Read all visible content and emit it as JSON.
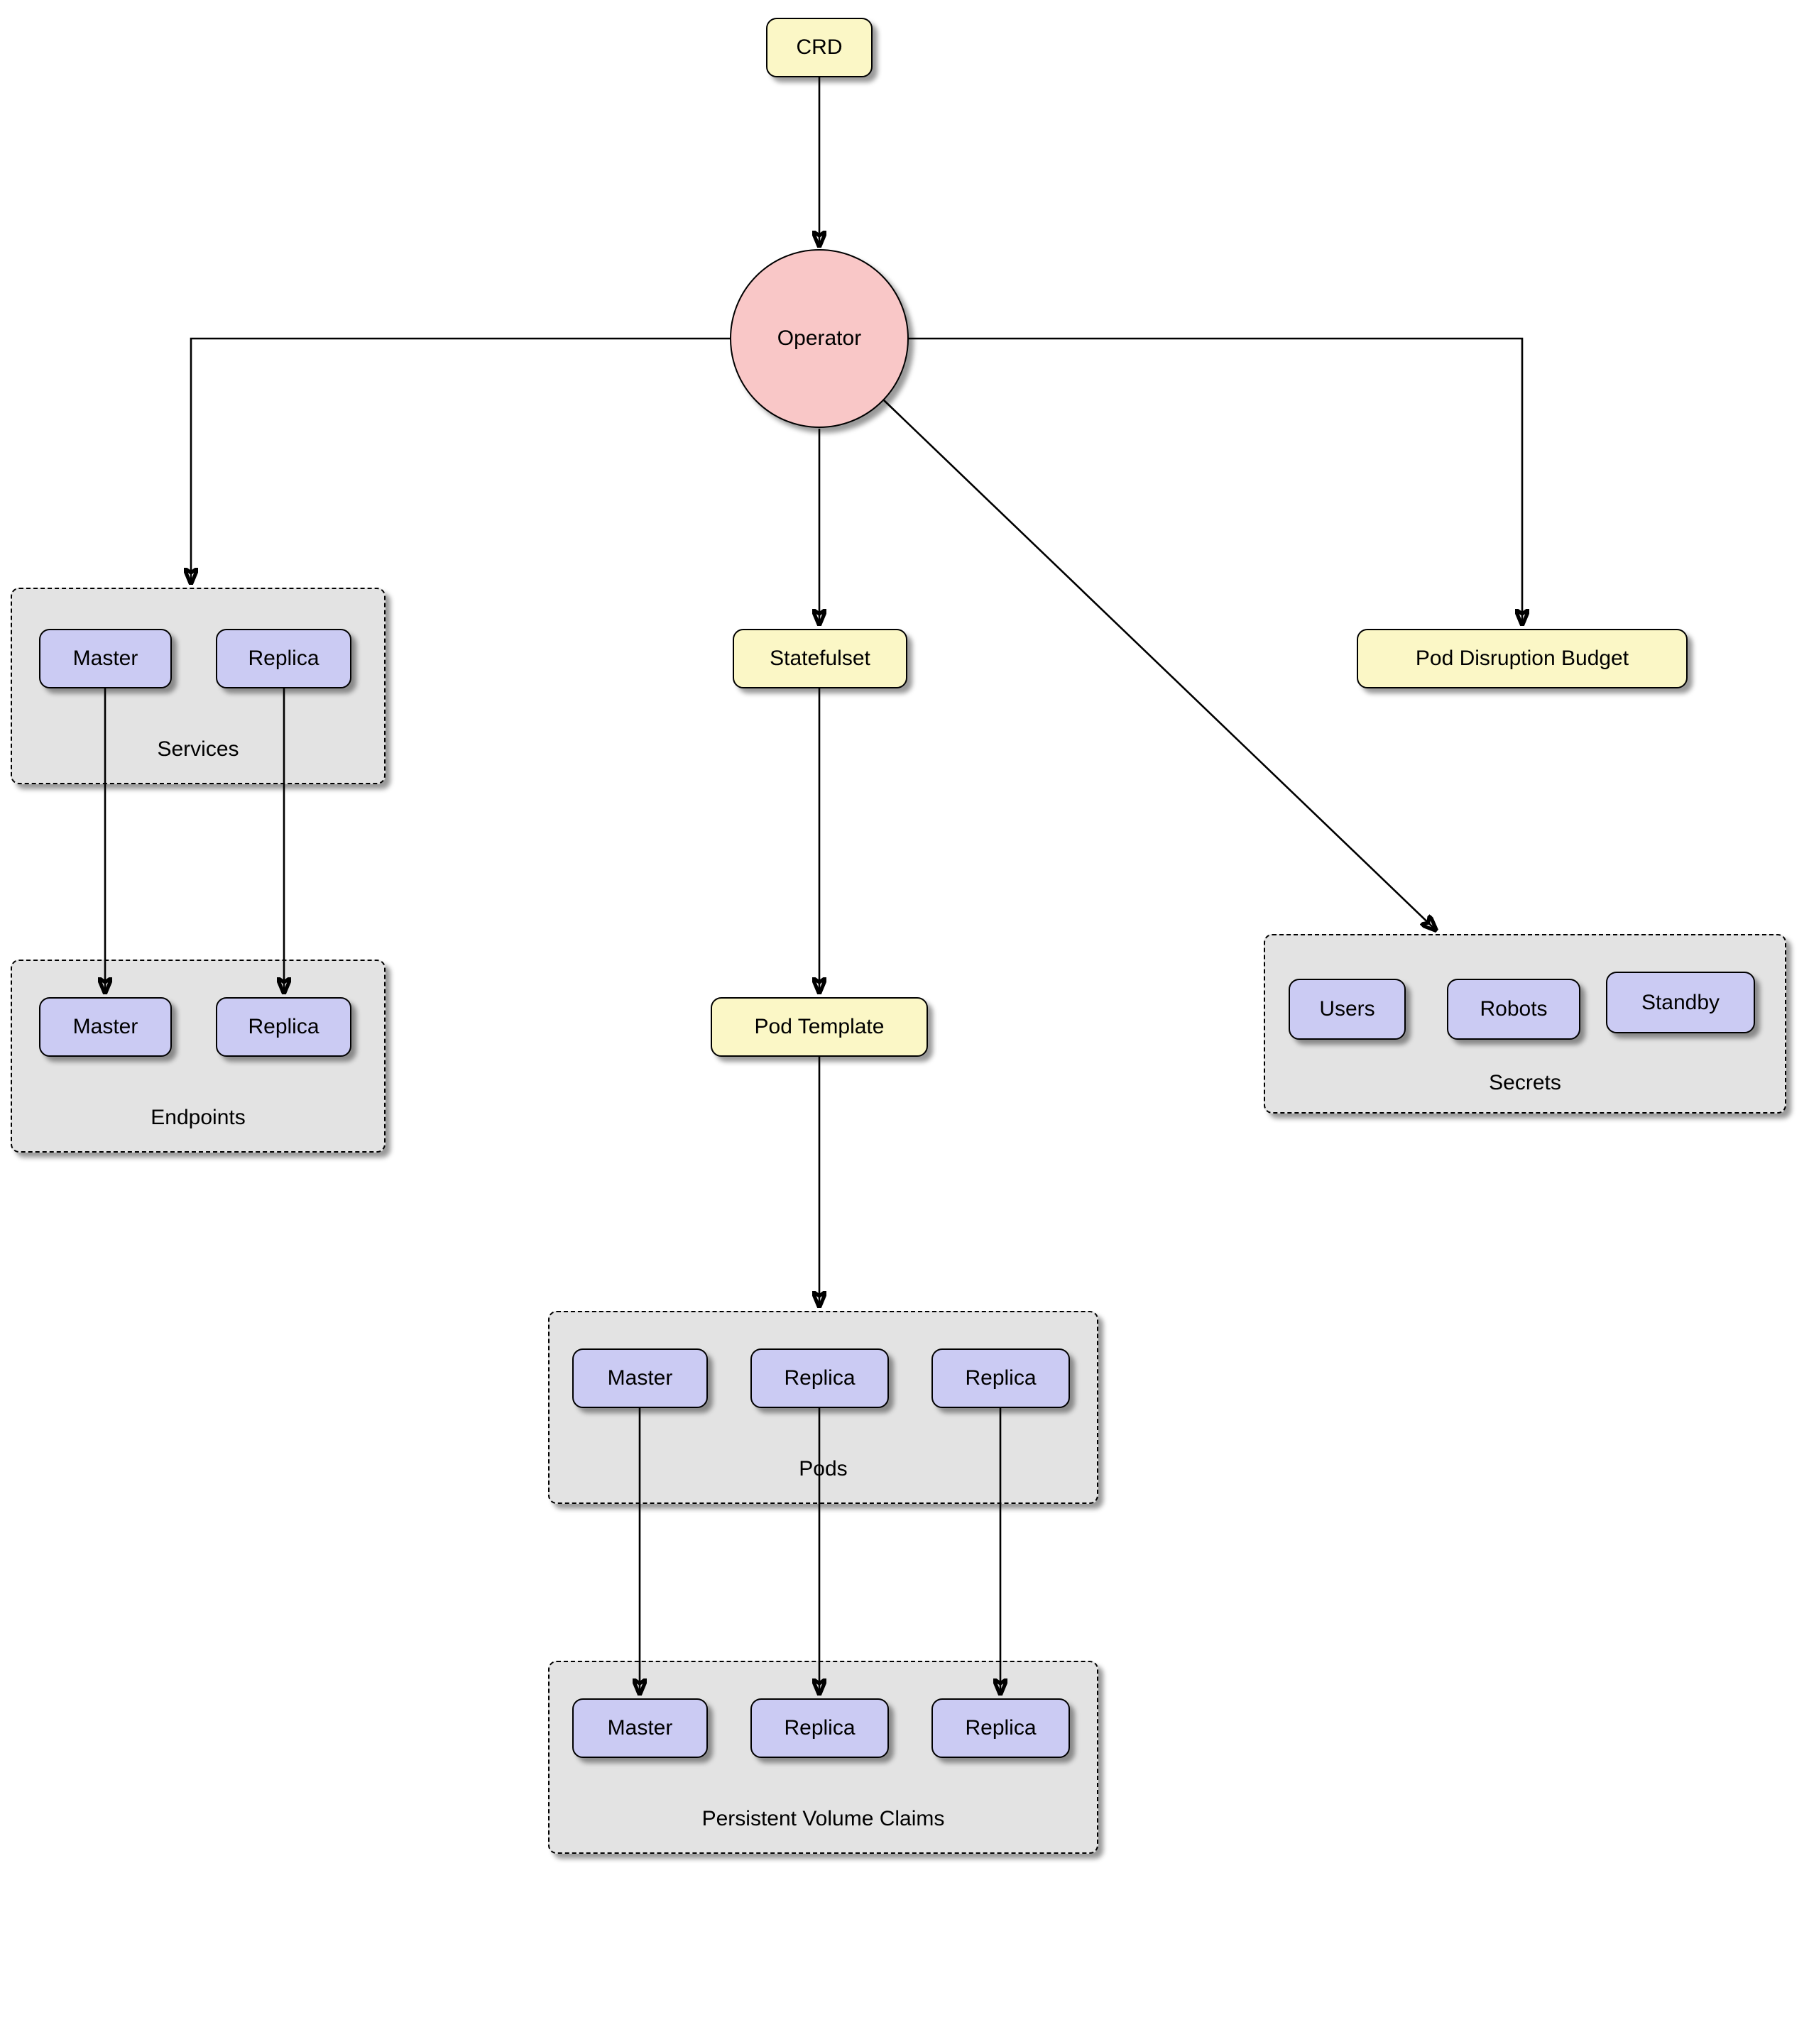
{
  "colors": {
    "yellow_node": "#FBF7C6",
    "purple_node": "#CBCBF3",
    "pink_node": "#F9C7C7",
    "group_fill": "#E3E3E3",
    "border": "#000000",
    "background": "#FFFFFF"
  },
  "nodes": {
    "crd": "CRD",
    "operator": "Operator",
    "statefulset": "Statefulset",
    "pod_template": "Pod Template",
    "pod_disruption_budget": "Pod Disruption Budget"
  },
  "groups": {
    "services": {
      "label": "Services",
      "nodes": [
        "Master",
        "Replica"
      ]
    },
    "endpoints": {
      "label": "Endpoints",
      "nodes": [
        "Master",
        "Replica"
      ]
    },
    "pods": {
      "label": "Pods",
      "nodes": [
        "Master",
        "Replica",
        "Replica"
      ]
    },
    "persistent_volume_claims": {
      "label": "Persistent Volume Claims",
      "nodes": [
        "Master",
        "Replica",
        "Replica"
      ]
    },
    "secrets": {
      "label": "Secrets",
      "nodes": [
        "Users",
        "Robots",
        "Standby"
      ]
    }
  }
}
